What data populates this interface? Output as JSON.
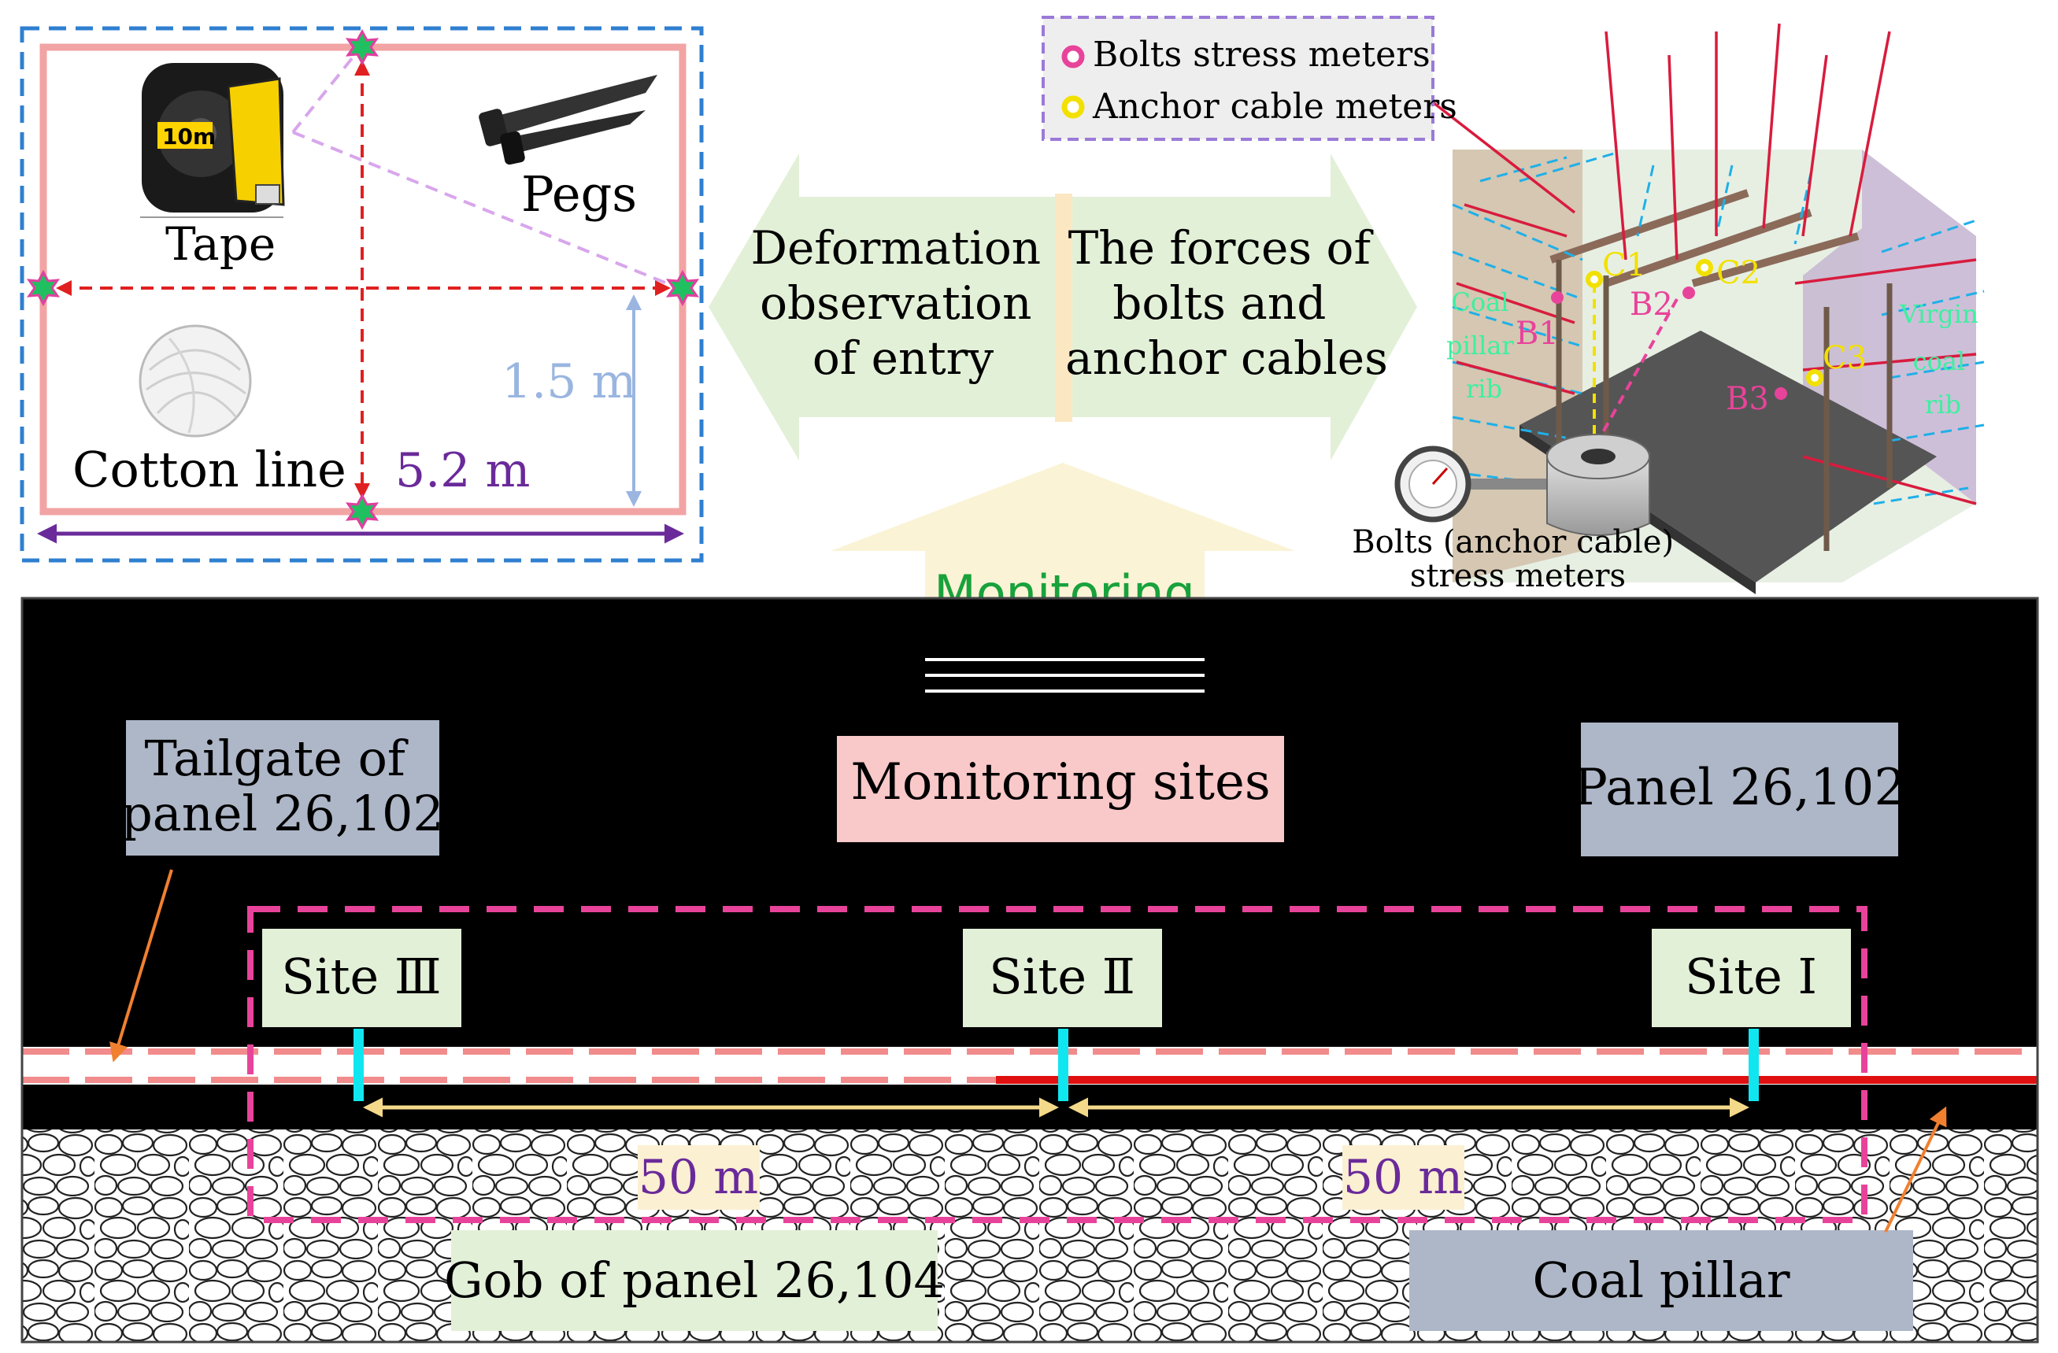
{
  "measurement_panel": {
    "tape_label": "Tape",
    "tape_brand": "10m",
    "pegs_label": "Pegs",
    "cotton_line_label": "Cotton line",
    "height_label": "1.5 m",
    "width_label": "5.2 m"
  },
  "center": {
    "left_arrow_text": [
      "Deformation",
      "observation",
      "of entry"
    ],
    "right_arrow_text": [
      "The forces of",
      "bolts and",
      "anchor cables"
    ],
    "up_arrow_label": "Monitoring"
  },
  "model_3d": {
    "legend_bolts": "Bolts stress meters",
    "legend_cables": "Anchor cable meters",
    "point_labels": [
      "C1",
      "C2",
      "C3",
      "B1",
      "B2",
      "B3"
    ],
    "rib_left": [
      "Coal",
      "pillar",
      "rib"
    ],
    "rib_right": [
      "Virgin",
      "coal",
      "rib"
    ],
    "gauge_caption": [
      "Bolts (anchor cable)",
      "stress meters"
    ]
  },
  "site_map": {
    "tailgate_label": [
      "Tailgate of",
      "panel 26,102"
    ],
    "monitoring_sites_label": "Monitoring sites",
    "panel_label": "Panel 26,102",
    "site_labels": [
      "Site Ⅲ",
      "Site Ⅱ",
      "Site Ⅰ"
    ],
    "distance_labels": [
      "50 m",
      "50 m"
    ],
    "gob_label": "Gob of panel 26,104",
    "coal_pillar_label": "Coal pillar"
  },
  "colors": {
    "blue_frame": "#2f7fd0",
    "pink_frame": "#f2a3a3",
    "arrow_green": "#e3f0d8",
    "arrow_cream": "#fbf3d6",
    "box_gray": "#aeb7c8",
    "box_pink": "#f9c8c8",
    "box_green": "#e3f0d8",
    "box_cream": "#fbf0d2",
    "magenta_dash": "#e8439a",
    "purple": "#6a2a9a",
    "cyan": "#10e6f0"
  }
}
